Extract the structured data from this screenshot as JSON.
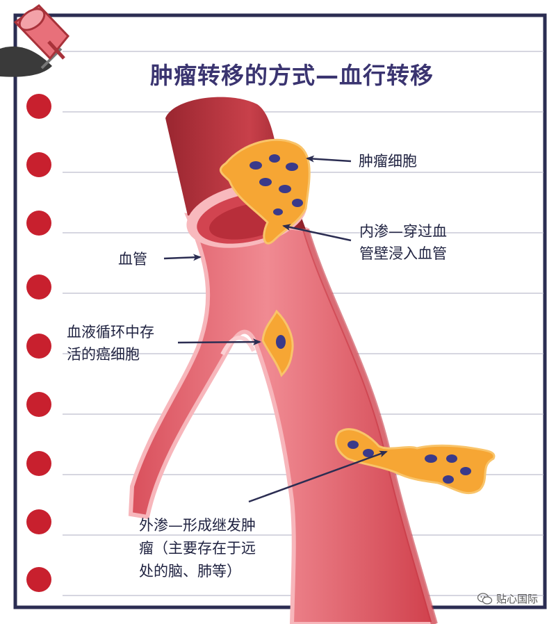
{
  "title": "肿瘤转移的方式—血行转移",
  "labels": {
    "tumor_cells": "肿瘤细胞",
    "intravasation_line1": "内渗—穿过血",
    "intravasation_line2": "管壁浸入血管",
    "vessel": "血管",
    "circulating_line1": "血液循环中存",
    "circulating_line2": "活的癌细胞",
    "extravasation_line1": "外渗—形成继发肿",
    "extravasation_line2": "瘤（主要存在于远",
    "extravasation_line3": "处的脑、肺等）"
  },
  "watermark": {
    "text": "贴心国际",
    "icon": "wechat-icon"
  },
  "colors": {
    "frame": "#2b2d52",
    "dot": "#c8202e",
    "vessel": "#e8707a",
    "vessel_dark": "#a8323a",
    "cell": "#f6a634",
    "nucleus": "#3a3a8a"
  }
}
